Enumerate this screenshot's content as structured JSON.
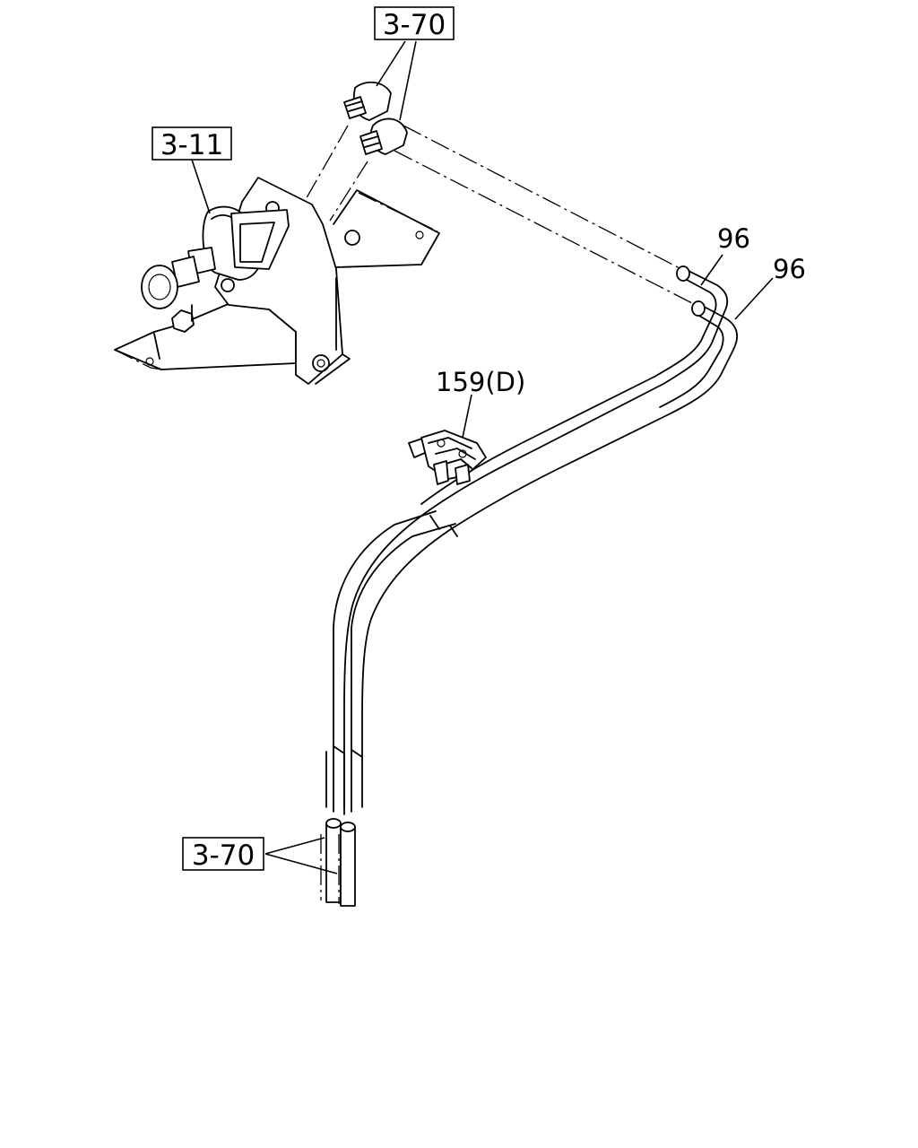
{
  "diagram": {
    "labels": {
      "ref_top": "3-70",
      "ref_regulator": "3-11",
      "ref_bottom": "3-70",
      "hose_upper": "96",
      "hose_lower": "96",
      "connector": "159(D)"
    }
  }
}
